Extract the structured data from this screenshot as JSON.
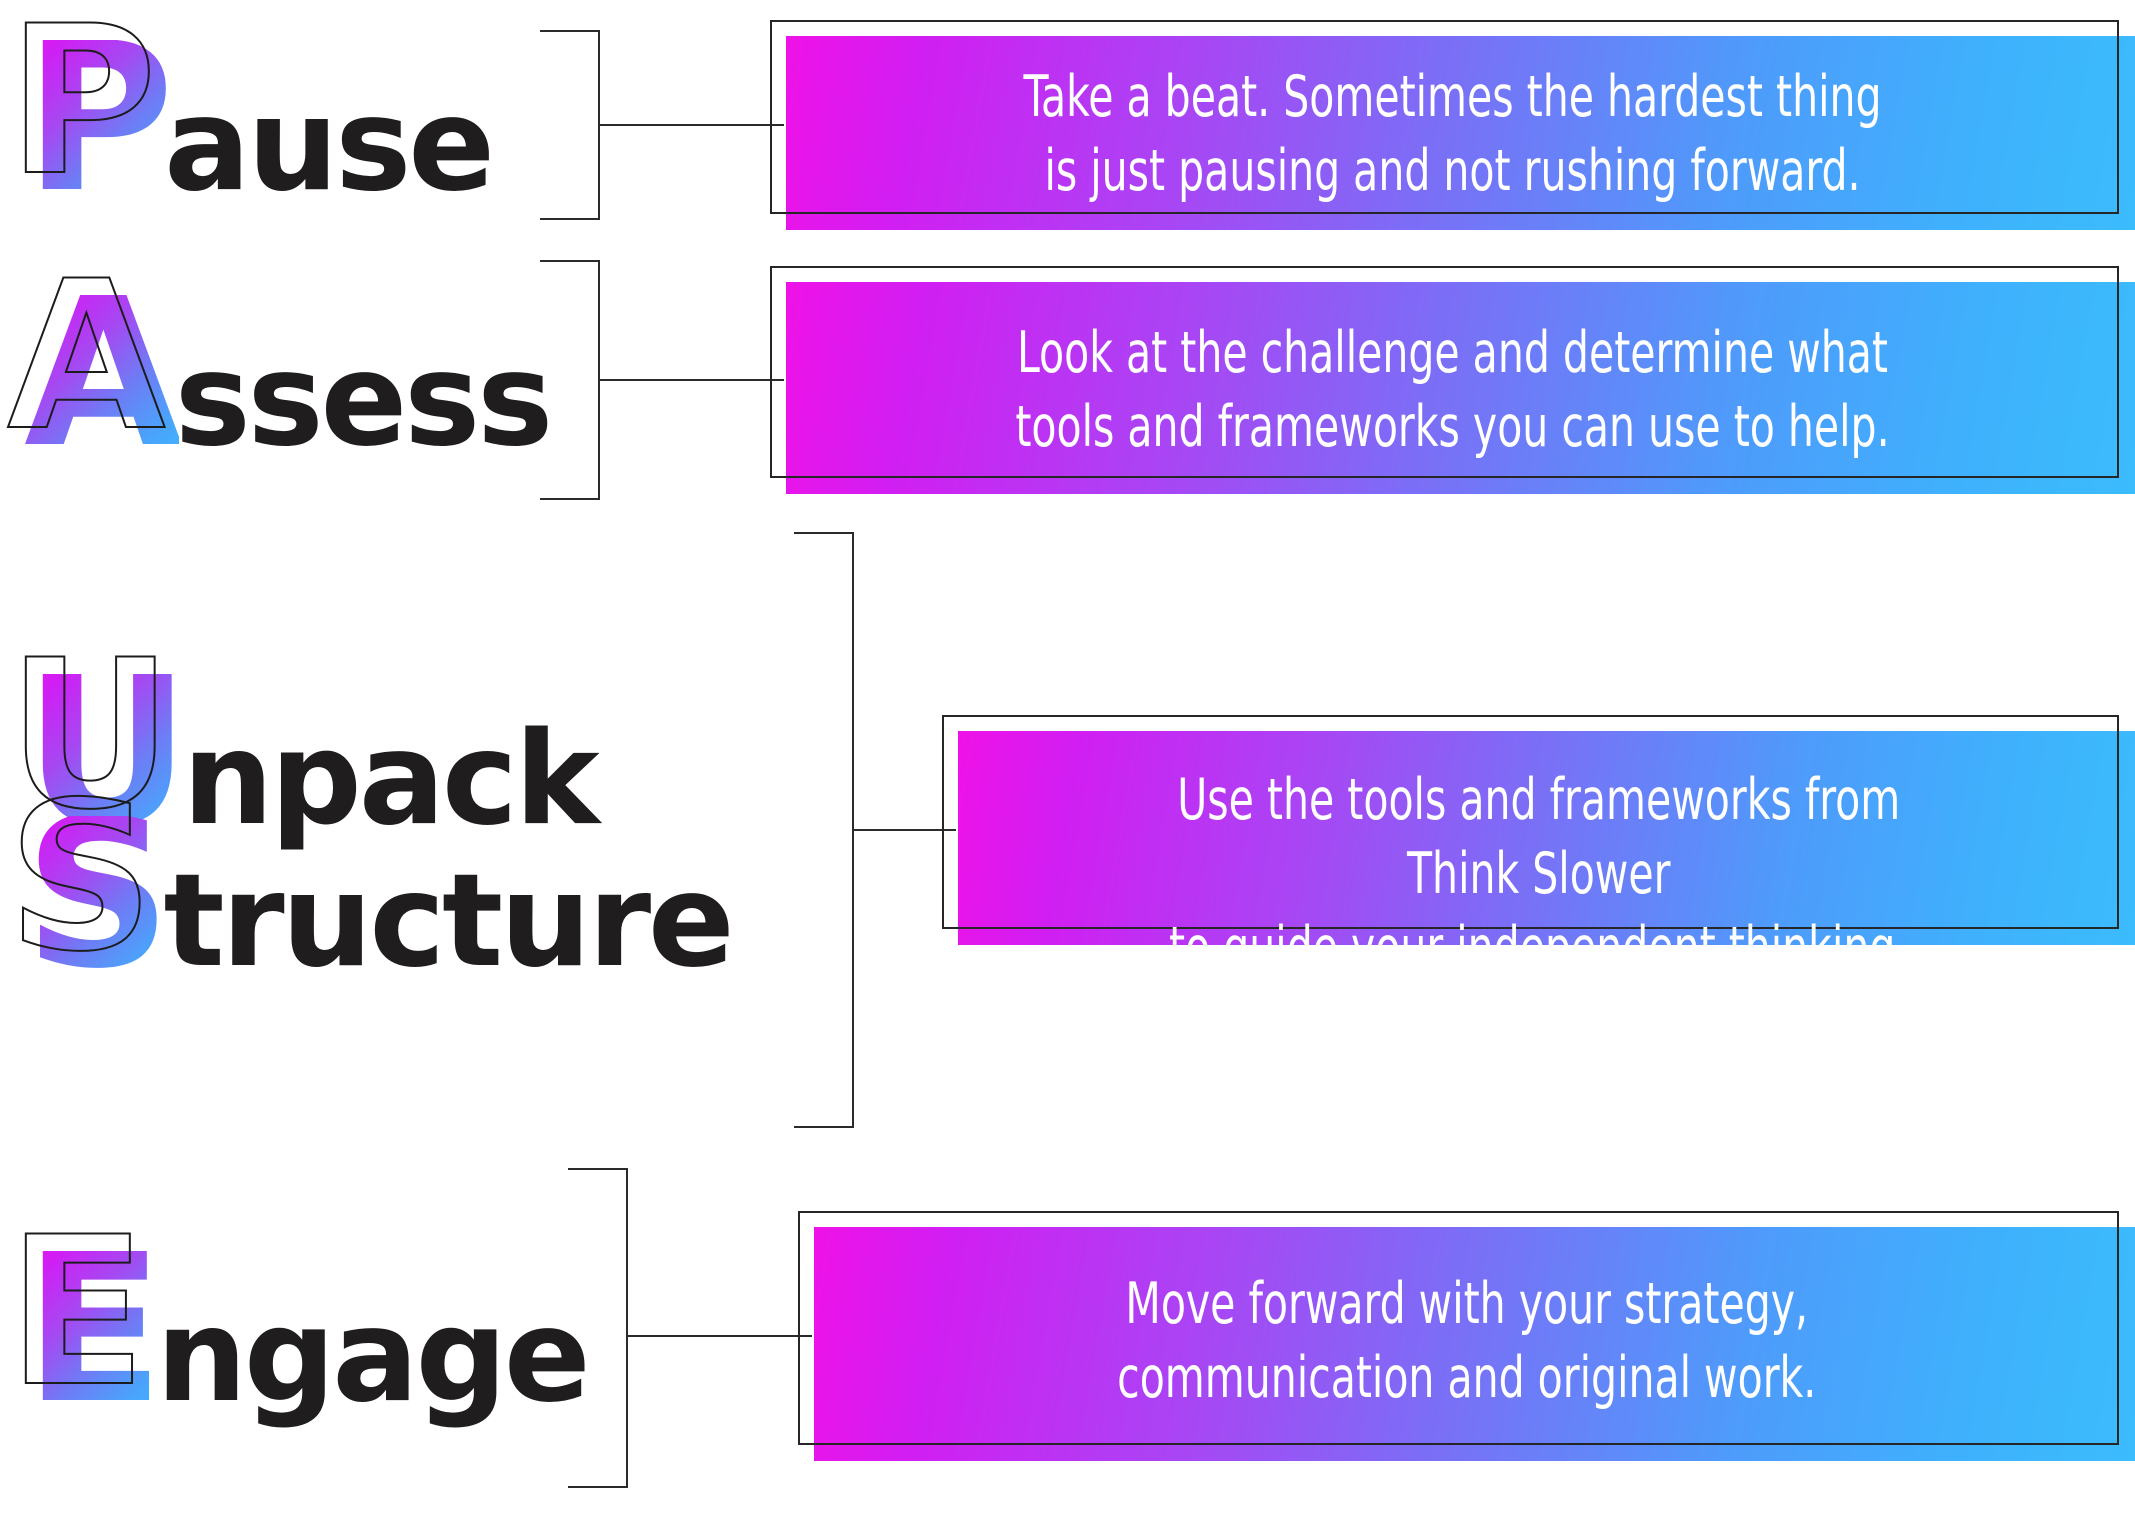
{
  "framework": {
    "acronym": "PAUSE",
    "colors": {
      "gradient_start": "#ef12e8",
      "gradient_mid": "#7b6ef6",
      "gradient_end": "#3bbcfd",
      "outline": "#262626",
      "word_text": "#201d1e",
      "card_text": "#ffffff",
      "background": "#ffffff"
    },
    "steps": [
      {
        "id": "pause",
        "initial": "P",
        "remainder": "ause",
        "word": "Pause",
        "description": "Take a beat. Sometimes the hardest thing\nis just pausing and not rushing forward."
      },
      {
        "id": "assess",
        "initial": "A",
        "remainder": "ssess",
        "word": "Assess",
        "description": "Look at the challenge and determine what\ntools and frameworks you can use to help."
      },
      {
        "id": "unpack-structure",
        "initial": "U",
        "remainder": "npack",
        "word": "Unpack",
        "initial2": "S",
        "remainder2": "tructure",
        "word2": "Structure",
        "description": "Use the tools and frameworks from Think Slower\nto guide your independent thinking."
      },
      {
        "id": "engage",
        "initial": "E",
        "remainder": "ngage",
        "word": "Engage",
        "description": "Move forward with your strategy,\ncommunication and original work."
      }
    ]
  }
}
